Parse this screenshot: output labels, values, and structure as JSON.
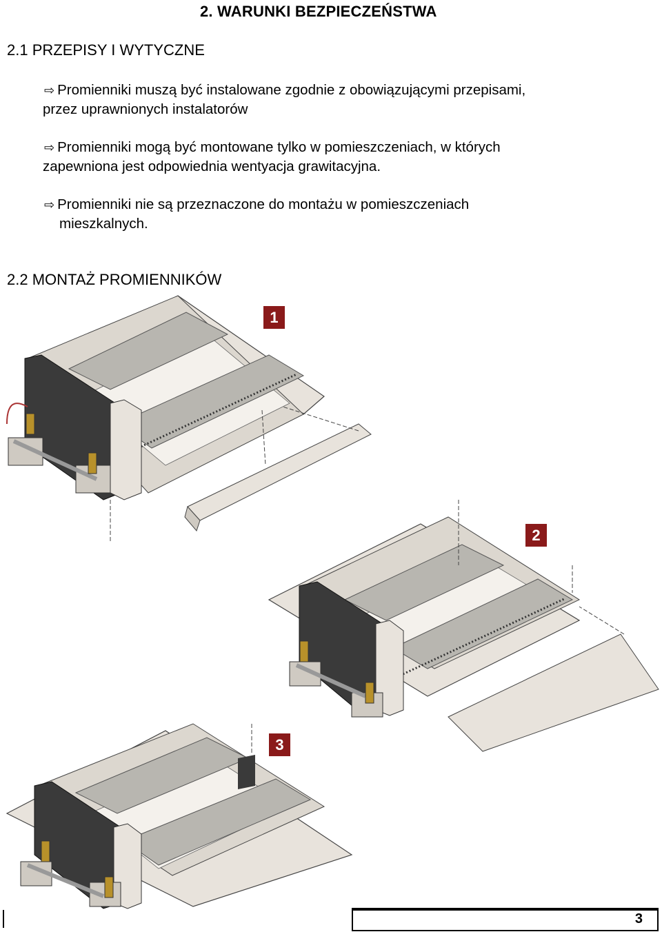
{
  "section_title": "2. WARUNKI BEZPIECZEŃSTWA",
  "sub1_title": "2.1 PRZEPISY I WYTYCZNE",
  "bullets": [
    {
      "arrow": "⇨",
      "line1": "Promienniki muszą być instalowane zgodnie z obowiązującymi przepisami,",
      "line2": "przez uprawnionych instalatorów"
    },
    {
      "arrow": "⇨",
      "line1": "Promienniki mogą być montowane tylko w pomieszczeniach, w których",
      "line2": "zapewniona jest odpowiednia wentyacja grawitacyjna."
    },
    {
      "arrow": "⇨",
      "line1": "Promienniki  nie są przeznaczone do montażu w pomieszczeniach",
      "line2": "mieszkalnych."
    }
  ],
  "sub2_title": "2.2 MONTAŻ PROMIENNIKÓW",
  "steps": [
    "1",
    "2",
    "3"
  ],
  "page_number": "3",
  "colors": {
    "badge": "#8a1a1a",
    "housing": "#3a3a3a",
    "panel": "#e8e3dc",
    "tube": "#b8b6b0"
  }
}
